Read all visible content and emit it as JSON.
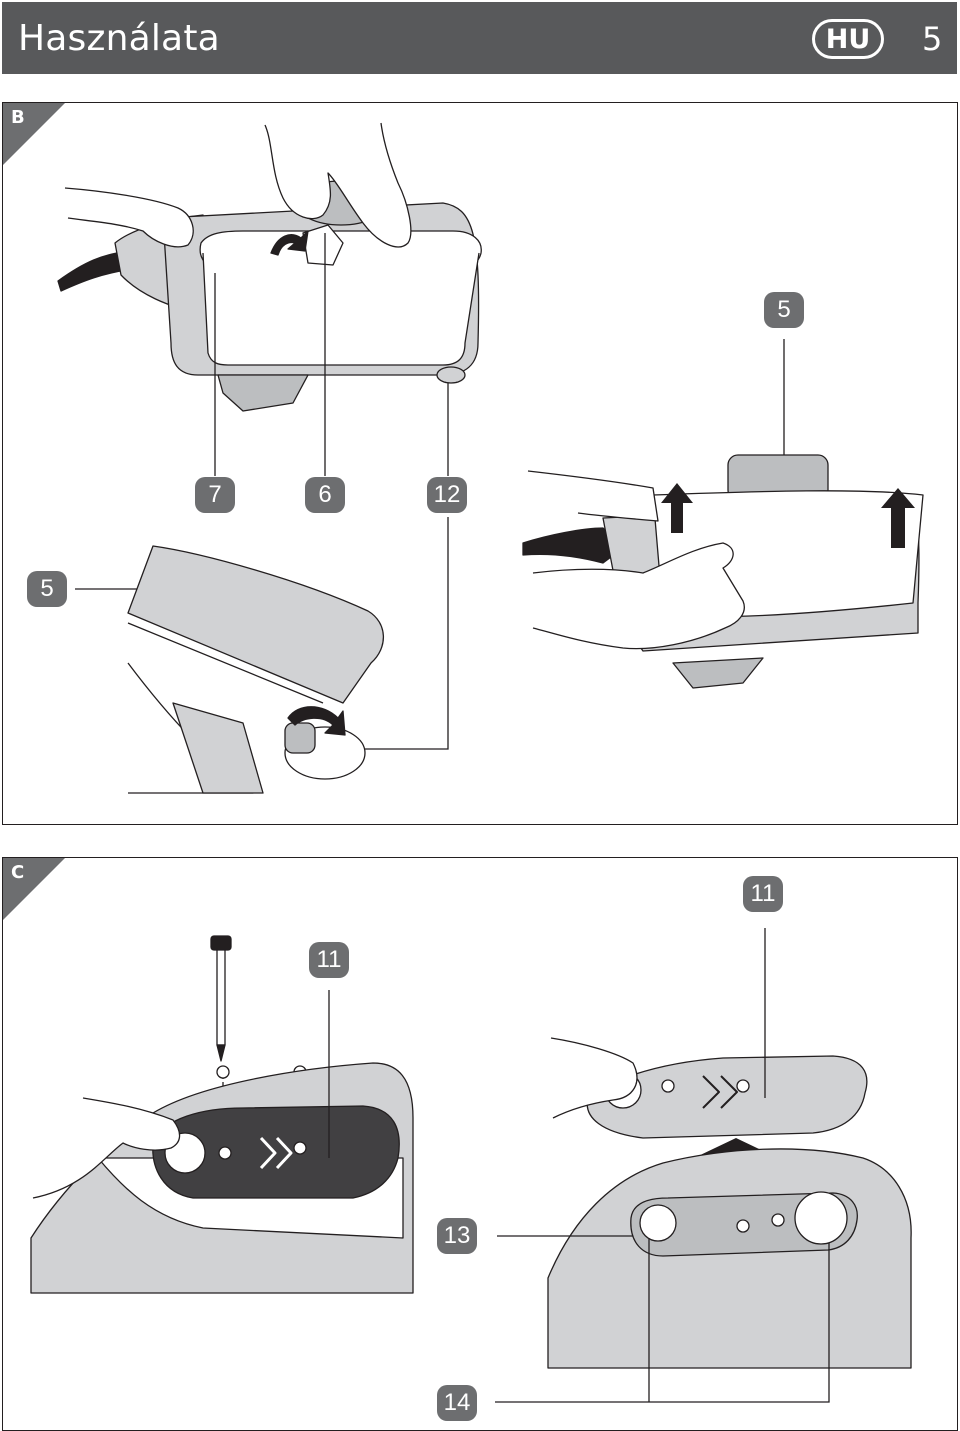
{
  "header": {
    "title": "Használata",
    "language_badge": "HU",
    "page_number": "5"
  },
  "figure_b": {
    "label": "B",
    "callouts": {
      "c5_right": "5",
      "c7": "7",
      "c6": "6",
      "c12": "12",
      "c5_left": "5"
    }
  },
  "figure_c": {
    "label": "C",
    "callouts": {
      "c11_right": "11",
      "c11_left": "11",
      "c13": "13",
      "c14": "14"
    }
  },
  "colors": {
    "header_bg": "#58595b",
    "callout_bg": "#6d6e70",
    "tool_grey": "#d1d2d4",
    "cover_dark": "#414042"
  }
}
